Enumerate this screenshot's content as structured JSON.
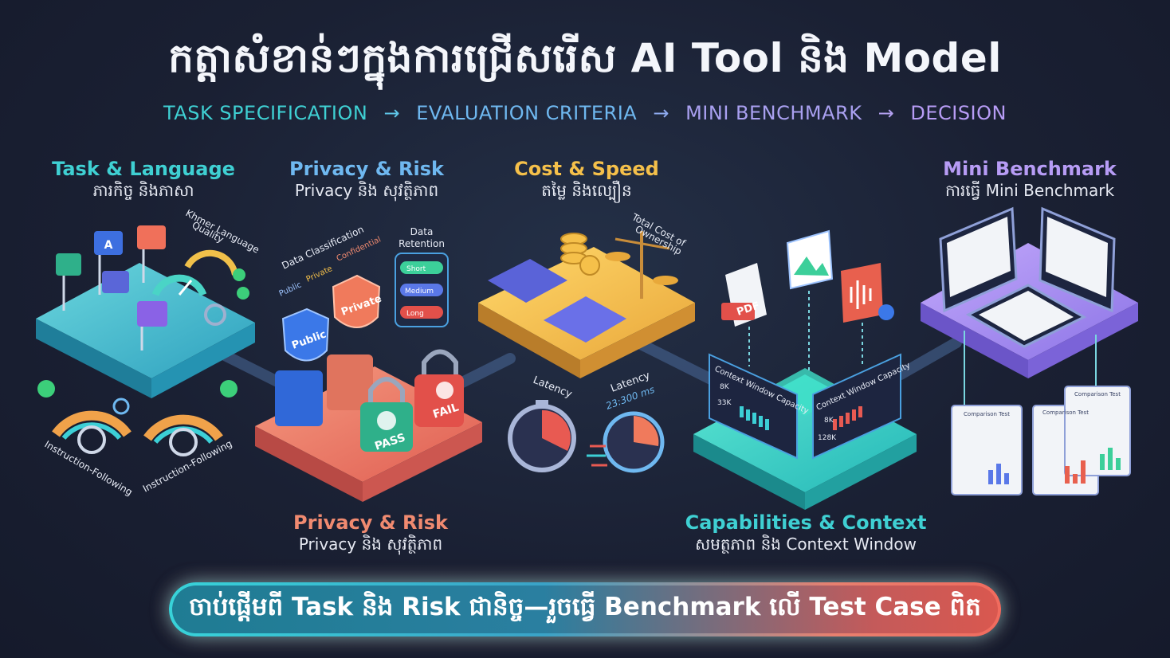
{
  "title": "កត្តាសំខាន់ៗក្នុងការជ្រើសរើស AI Tool និង Model",
  "flow": {
    "steps": [
      "TASK SPECIFICATION",
      "EVALUATION CRITERIA",
      "MINI BENCHMARK",
      "DECISION"
    ],
    "arrow": "→"
  },
  "sections": {
    "task_language": {
      "title": "Task & Language",
      "subtitle": "ភារកិច្ច និងភាសា"
    },
    "privacy_risk_top": {
      "title": "Privacy & Risk",
      "subtitle": "Privacy និង សុវត្ថិភាព"
    },
    "cost_speed": {
      "title": "Cost & Speed",
      "subtitle": "តម្លៃ និងល្បឿន"
    },
    "mini_benchmark": {
      "title": "Mini Benchmark",
      "subtitle": "ការធ្វើ Mini Benchmark"
    },
    "privacy_risk_bottom": {
      "title": "Privacy & Risk",
      "subtitle": "Privacy និង សុវត្ថិភាព"
    },
    "capabilities_context": {
      "title": "Capabilities & Context",
      "subtitle": "សមត្ថភាព និង Context Window"
    }
  },
  "labels": {
    "khmer_quality": [
      "Khmer Language",
      "Quality"
    ],
    "instruction_following": "Instruction-Following",
    "data_classification": "Data Classification",
    "public": "Public",
    "private": "Private",
    "confidential": "Confidential",
    "data_retention": [
      "Data",
      "Retention"
    ],
    "retention_options": [
      "Short",
      "Medium",
      "Long"
    ],
    "pass": "PASS",
    "fail": "FAIL",
    "tco": [
      "Total Cost of",
      "Ownership"
    ],
    "latency": "Latency",
    "latency_value": "23:300 ms",
    "pdf": "PDF",
    "context_window_capacity": "Context Window Capacity",
    "ctx_left": [
      "8K",
      "33K"
    ],
    "ctx_right": [
      "8K",
      "128K"
    ],
    "comparison_test": "Comparison Test"
  },
  "banner": "ចាប់ផ្តើមពី Task និង Risk ជានិច្ច—រួចធ្វើ Benchmark លើ Test Case ពិត",
  "colors": {
    "teal": "#3fd0d3",
    "blue": "#6fb8f0",
    "lavender": "#a9a0f0",
    "amber": "#f5c04a",
    "coral": "#f08a70",
    "purple": "#b79cf5"
  }
}
